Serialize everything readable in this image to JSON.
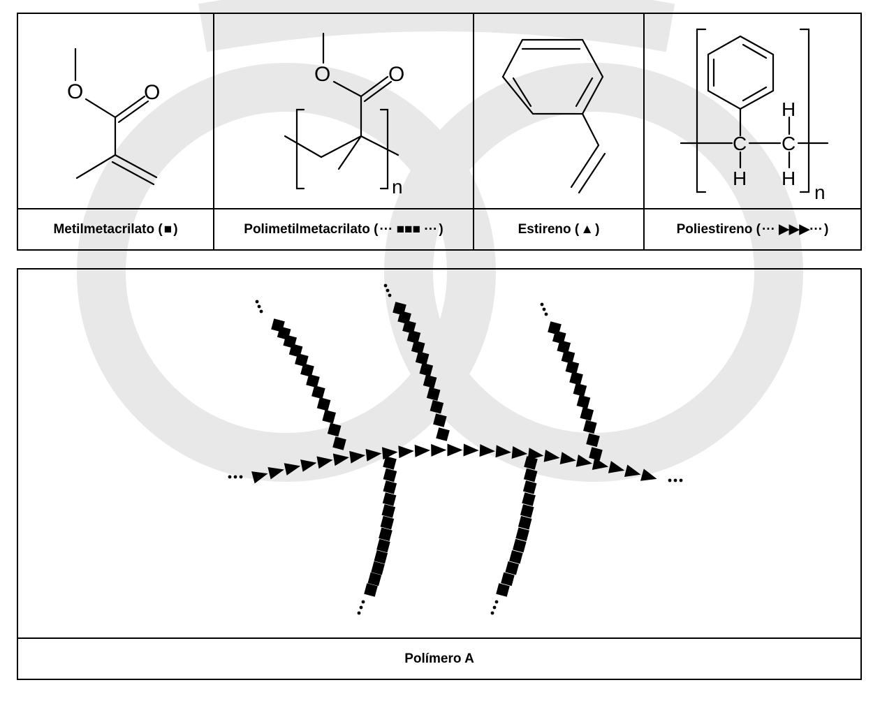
{
  "compounds": [
    {
      "name": "Metilmetacrilato",
      "symbol": "■"
    },
    {
      "name": "Polimetilmetacrilato",
      "symbol": "··· ■■■ ···"
    },
    {
      "name": "Estireno",
      "symbol": "▲"
    },
    {
      "name": "Poliestireno",
      "symbol": "··· ▶▶▶···"
    }
  ],
  "atoms": {
    "oxygen": "O",
    "carbon": "C",
    "hydrogen": "H",
    "repeat_index": "n"
  },
  "polymer_label": "Polímero A",
  "colors": {
    "ink": "#000000",
    "watermark": "#e6e6e6"
  }
}
